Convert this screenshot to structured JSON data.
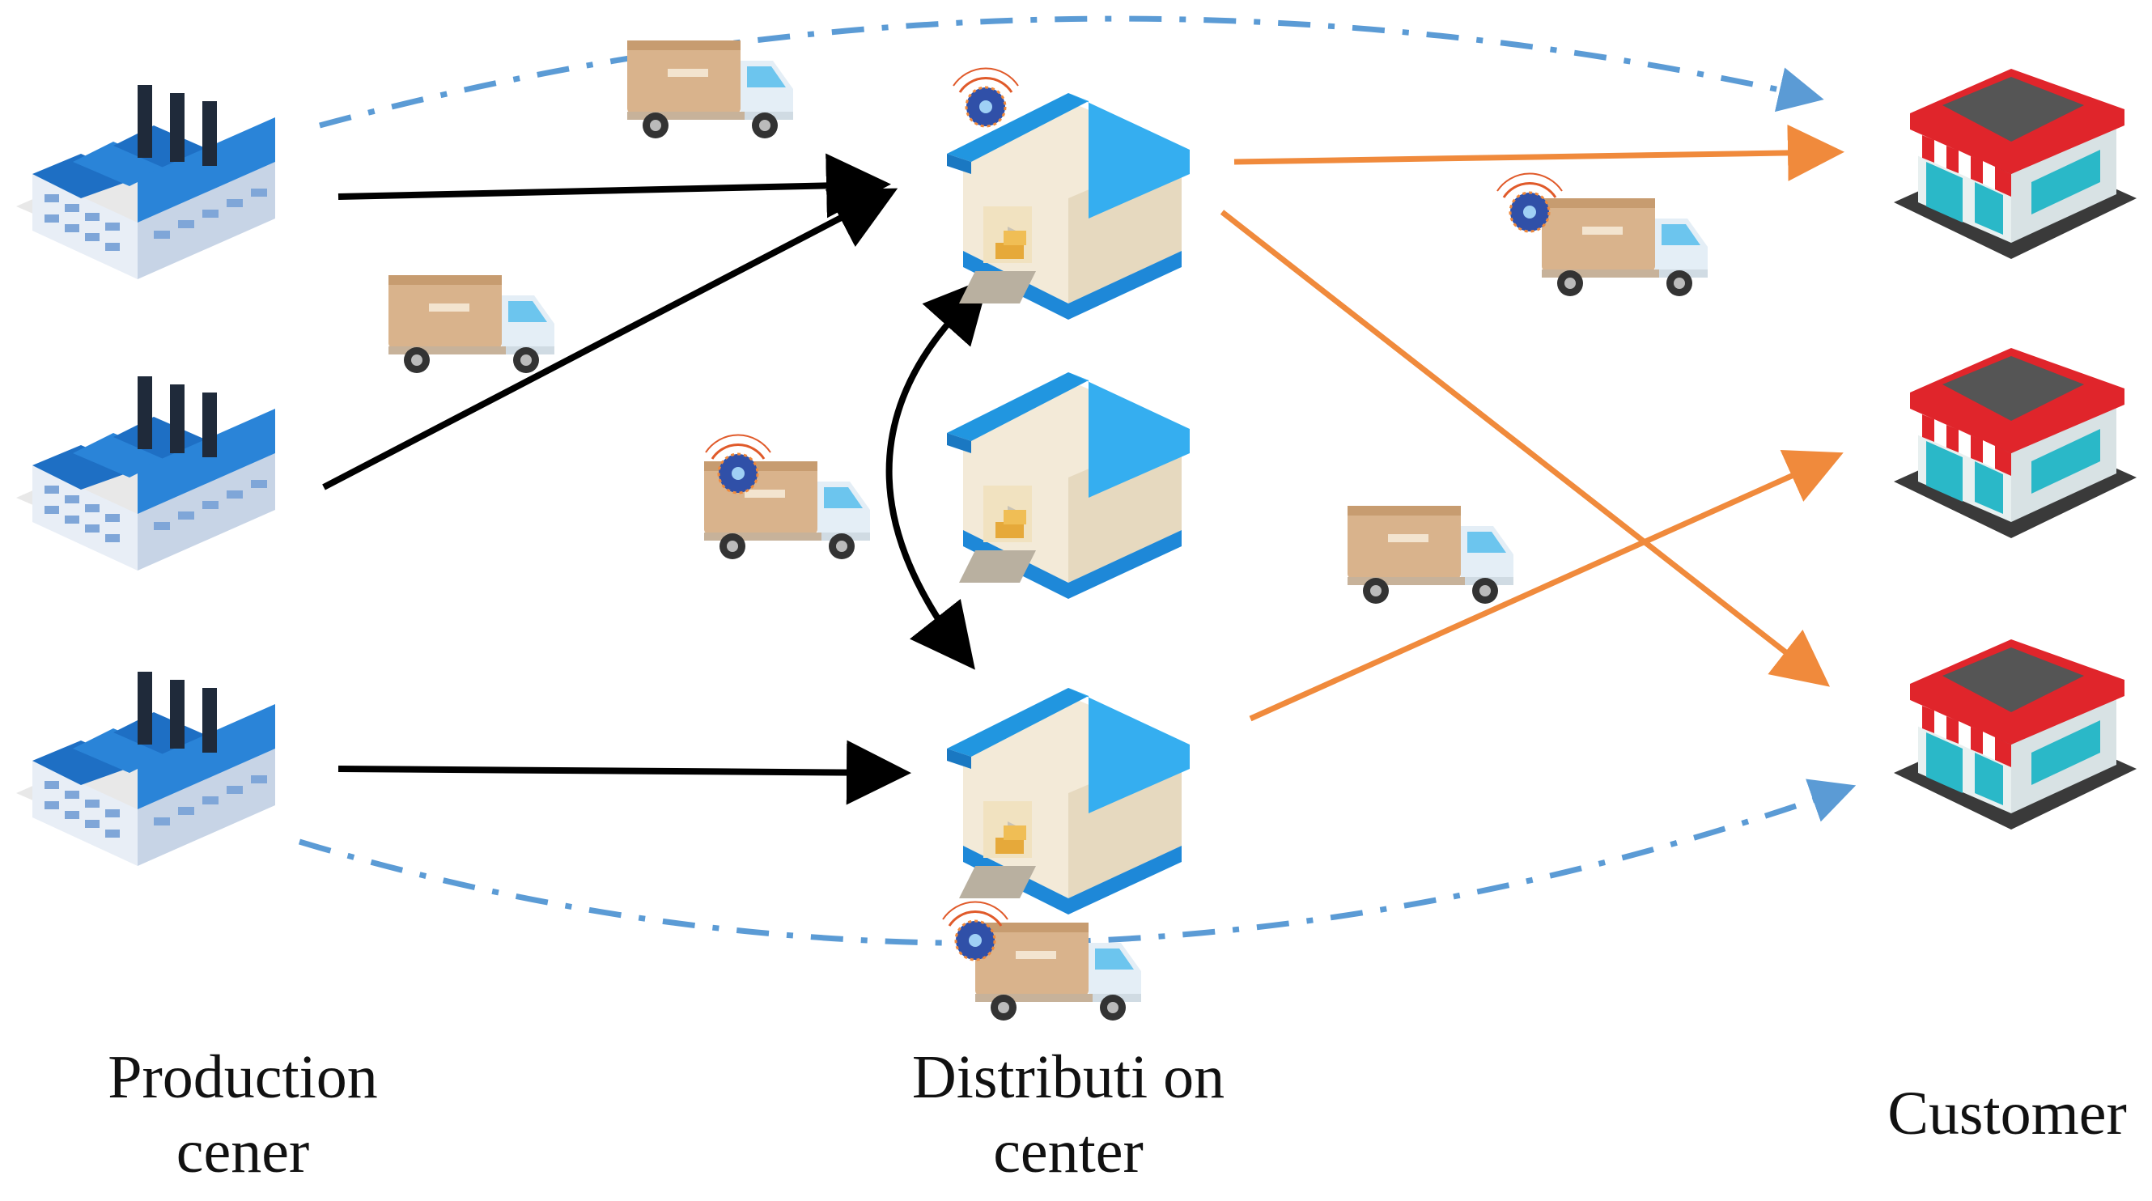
{
  "labels": {
    "production": [
      "Production",
      "cener"
    ],
    "distribution": [
      "Distributi on",
      "center"
    ],
    "customer": [
      "Customer"
    ]
  },
  "colors": {
    "direct_flow": "#000000",
    "delivery_flow": "#f08a3c",
    "bypass_flow": "#5b9bd5",
    "building_blue": "#1e88d8",
    "roof_cyan": "#2aa8e6",
    "shop_red": "#e0252b",
    "truck_box": "#d9b38c"
  },
  "icons": {
    "factory": "factory-icon",
    "warehouse": "warehouse-icon",
    "shop": "shop-icon",
    "truck": "delivery-truck-icon",
    "tracker": "iot-tracker-icon"
  }
}
